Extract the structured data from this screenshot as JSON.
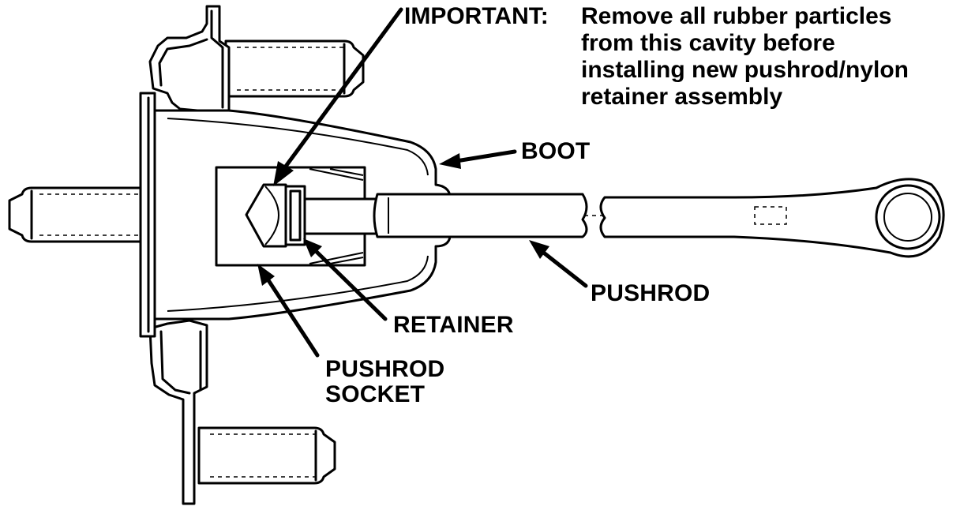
{
  "note": {
    "heading": "IMPORTANT:",
    "lines": [
      "Remove all rubber particles",
      "from this cavity before",
      "installing new pushrod/nylon",
      "retainer assembly"
    ]
  },
  "labels": {
    "boot": "BOOT",
    "pushrod": "PUSHROD",
    "retainer": "RETAINER",
    "socket_line1": "PUSHROD",
    "socket_line2": "SOCKET"
  }
}
